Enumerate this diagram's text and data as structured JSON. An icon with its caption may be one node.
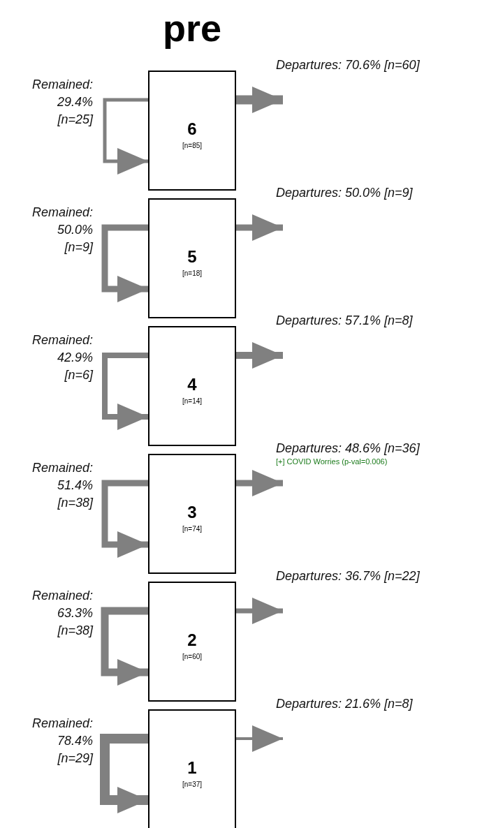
{
  "diagram": {
    "title": "pre",
    "nodes": [
      {
        "text": [
          "6",
          "[n=85]"
        ]
      },
      {
        "text": [
          "5",
          "[n=18]"
        ]
      },
      {
        "text": [
          "4",
          "[n=14]"
        ]
      },
      {
        "text": [
          "3",
          "[n=74]"
        ]
      },
      {
        "text": [
          "2",
          "[n=60]"
        ]
      },
      {
        "text": [
          "1",
          "[n=37]"
        ]
      }
    ],
    "edges": [
      {
        "from": 0,
        "to": 0,
        "arrow": "to",
        "label": "Remained: 29.4% [n=25]"
      },
      {
        "from": 0,
        "to": null,
        "arrow": "to",
        "label": "Departures: 70.6% [n=60]"
      },
      {
        "from": 1,
        "to": 1,
        "arrow": "to",
        "label": "Remained: 50.0% [n=9]"
      },
      {
        "from": 1,
        "to": null,
        "arrow": "to",
        "label": "Departures: 50.0% [n=9]"
      },
      {
        "from": 2,
        "to": 2,
        "arrow": "to",
        "label": "Remained: 42.9% [n=6]"
      },
      {
        "from": 2,
        "to": null,
        "arrow": "to",
        "label": "Departures: 57.1% [n=8]"
      },
      {
        "from": 3,
        "to": 3,
        "arrow": "to",
        "label": "Remained: 51.4% [n=38]"
      },
      {
        "from": 3,
        "to": null,
        "arrow": "to",
        "label": "Departures: 48.6% [n=36]"
      },
      {
        "from": 4,
        "to": 4,
        "arrow": "to",
        "label": "Remained: 63.3% [n=38]"
      },
      {
        "from": 4,
        "to": null,
        "arrow": "to",
        "label": "Departures: 36.7% [n=22]"
      },
      {
        "from": 5,
        "to": 5,
        "arrow": "to",
        "label": "Remained: 78.4% [n=29]"
      },
      {
        "from": 5,
        "to": null,
        "arrow": "to",
        "label": "Departures: 21.6% [n=8]"
      }
    ],
    "labels": [
      "[+] COVID Worries (p-val=0.006)"
    ]
  }
}
